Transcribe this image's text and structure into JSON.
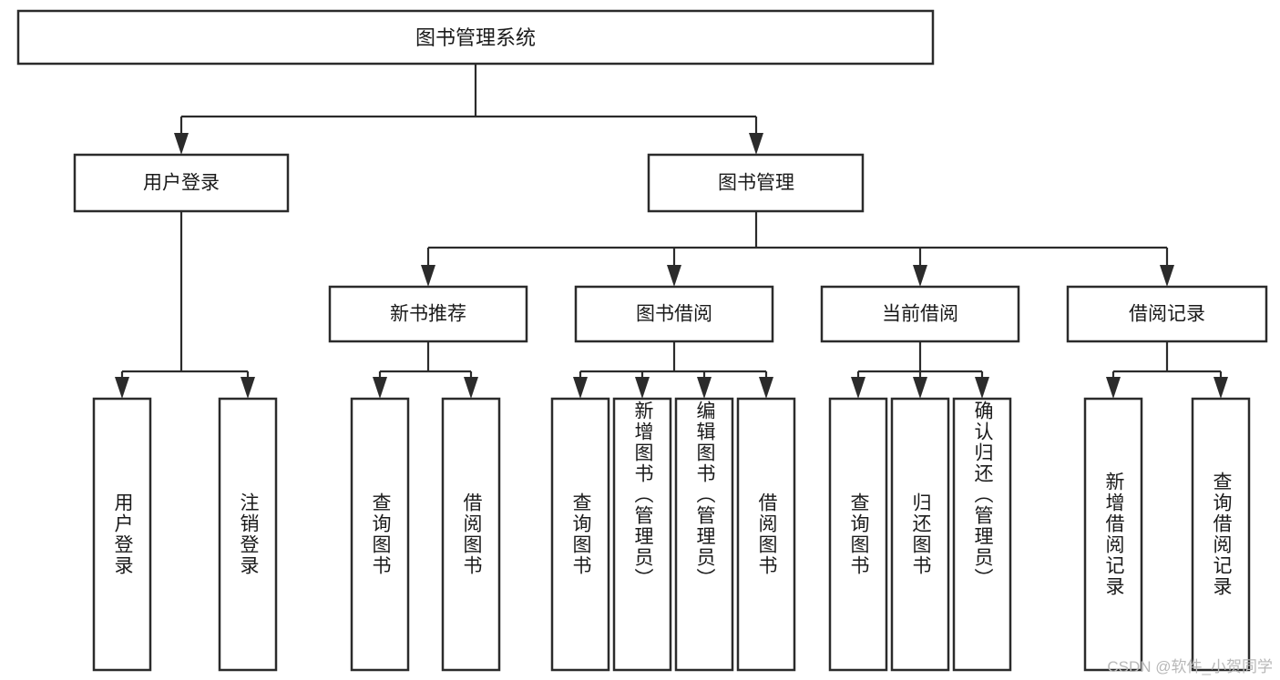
{
  "diagram": {
    "title_node": {
      "label": "图书管理系统"
    },
    "level2": [
      {
        "label": "用户登录"
      },
      {
        "label": "图书管理"
      }
    ],
    "level3": [
      {
        "label": "新书推荐"
      },
      {
        "label": "图书借阅"
      },
      {
        "label": "当前借阅"
      },
      {
        "label": "借阅记录"
      }
    ],
    "leaves": {
      "user_login": [
        {
          "label": "用户登录"
        },
        {
          "label": "注销登录"
        }
      ],
      "new_book_recommend": [
        {
          "label": "查询图书"
        },
        {
          "label": "借阅图书"
        }
      ],
      "book_borrow": [
        {
          "label": "查询图书"
        },
        {
          "label": "新增图书（管理员）"
        },
        {
          "label": "编辑图书（管理员）"
        },
        {
          "label": "借阅图书"
        }
      ],
      "current_borrow": [
        {
          "label": "查询图书"
        },
        {
          "label": "归还图书"
        },
        {
          "label": "确认归还（管理员）"
        }
      ],
      "borrow_record": [
        {
          "label": "新增借阅记录"
        },
        {
          "label": "查询借阅记录"
        }
      ]
    },
    "watermark": {
      "text": "CSDN @软件_小贺同学"
    },
    "colors": {
      "stroke": "#2b2b2b",
      "box_fill": "#ffffff",
      "text": "#1a1a1a",
      "watermark": "#b8b8b8",
      "background": "#ffffff"
    }
  }
}
